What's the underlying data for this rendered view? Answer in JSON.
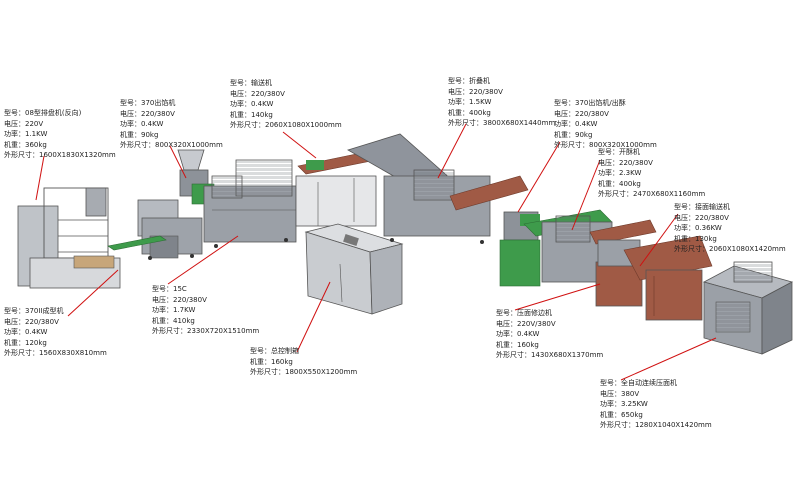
{
  "callouts": [
    {
      "id": "stacker",
      "lines": [
        "型号：08型排盘机(反向)",
        "电压：220V",
        "功率：1.1KW",
        "机重：360kg",
        "外形尺寸：1600X1830X1320mm"
      ]
    },
    {
      "id": "forming",
      "lines": [
        "型号：370II成型机",
        "电压：220/380V",
        "功率：0.4KW",
        "机重：120kg",
        "外形尺寸：1560X830X810mm"
      ]
    },
    {
      "id": "filler1",
      "lines": [
        "型号：370出馅机",
        "电压：220/380V",
        "功率：0.4KW",
        "机重：90kg",
        "外形尺寸：800X320X1000mm"
      ]
    },
    {
      "id": "m15c",
      "lines": [
        "型号：15C",
        "电压：220/380V",
        "功率：1.7KW",
        "机重：410kg",
        "外形尺寸：2330X720X1510mm"
      ]
    },
    {
      "id": "conveyor",
      "lines": [
        "型号：输送机",
        "电压：220/380V",
        "功率：0.4KW",
        "机重：140kg",
        "外形尺寸：2060X1080X1000mm"
      ]
    },
    {
      "id": "control",
      "lines": [
        "型号：总控制箱",
        "机重：160kg",
        "外形尺寸：1800X550X1200mm"
      ]
    },
    {
      "id": "folder",
      "lines": [
        "型号：折叠机",
        "电压：220/380V",
        "功率：1.5KW",
        "机重：400kg",
        "外形尺寸：3800X680X1440mm"
      ]
    },
    {
      "id": "filler2",
      "lines": [
        "型号：370出馅机/出酥",
        "电压：220/380V",
        "功率：0.4KW",
        "机重：90kg",
        "外形尺寸：800X320X1000mm"
      ]
    },
    {
      "id": "crisp",
      "lines": [
        "型号：开酥机",
        "电压：220/380V",
        "功率：2.3KW",
        "机重：400kg",
        "外形尺寸：2470X680X1160mm"
      ]
    },
    {
      "id": "transfer",
      "lines": [
        "型号：接面输送机",
        "电压：220/380V",
        "功率：0.36KW",
        "机重：130kg",
        "外形尺寸：2060X1080X1420mm"
      ]
    },
    {
      "id": "trim",
      "lines": [
        "型号：压面修边机",
        "电压：220V/380V",
        "功率：0.4KW",
        "机重：160kg",
        "外形尺寸：1430X680X1370mm"
      ]
    },
    {
      "id": "press",
      "lines": [
        "型号：全自动连续压面机",
        "电压：380V",
        "功率：3.25KW",
        "机重：650kg",
        "外形尺寸：1280X1040X1420mm"
      ]
    }
  ],
  "colors": {
    "frame": "#8f949c",
    "frameDark": "#55595f",
    "belt": "#a05a45",
    "green": "#3e9b4b",
    "leader": "#d01010",
    "cabinet": "#c9ccd0"
  }
}
